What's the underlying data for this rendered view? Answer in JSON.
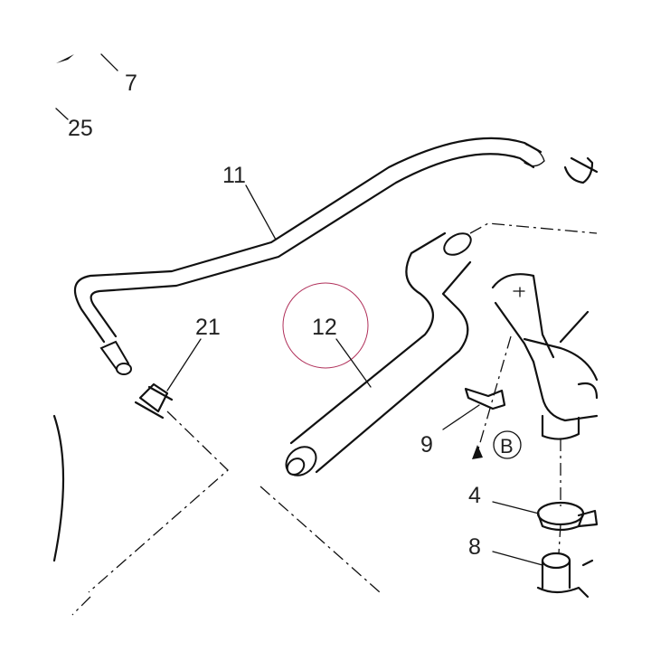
{
  "diagram": {
    "callouts": [
      {
        "id": "7",
        "text": "7"
      },
      {
        "id": "25",
        "text": "25"
      },
      {
        "id": "11",
        "text": "11"
      },
      {
        "id": "21",
        "text": "21"
      },
      {
        "id": "12",
        "text": "12"
      },
      {
        "id": "9",
        "text": "9"
      },
      {
        "id": "B",
        "text": "B"
      },
      {
        "id": "4",
        "text": "4"
      },
      {
        "id": "8",
        "text": "8"
      }
    ],
    "highlight_color": "#b0305a",
    "line_color": "#111111"
  }
}
